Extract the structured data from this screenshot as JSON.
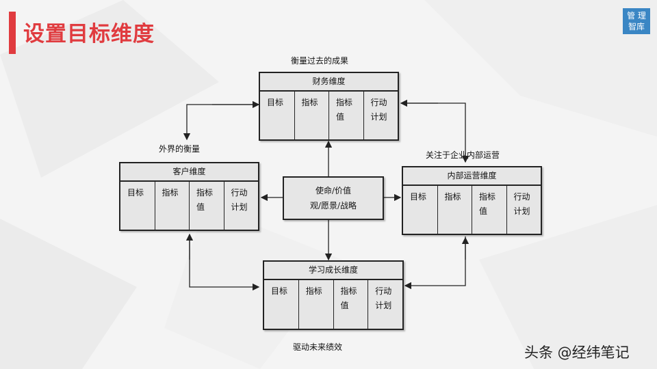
{
  "header": {
    "title": "设置目标维度",
    "logo_line1": "管 理",
    "logo_line2": "智库"
  },
  "annotations": {
    "top": "衡量过去的成果",
    "left": "外界的衡量",
    "right": "关注于企业内部运营",
    "bottom": "驱动未来绩效"
  },
  "center": {
    "line1": "使命/价值",
    "line2": "观/愿景/战略"
  },
  "boxes": {
    "financial": {
      "title": "财务维度",
      "cells": [
        "目标",
        "指标",
        "指标\n值",
        "行动\n计划"
      ]
    },
    "customer": {
      "title": "客户维度",
      "cells": [
        "目标",
        "指标",
        "指标\n值",
        "行动\n计划"
      ]
    },
    "internal": {
      "title": "内部运营维度",
      "cells": [
        "目标",
        "指标",
        "指标\n值",
        "行动\n计划"
      ]
    },
    "learning": {
      "title": "学习成长维度",
      "cells": [
        "目标",
        "指标",
        "指标\n值",
        "行动\n计划"
      ]
    }
  },
  "footer": {
    "watermark": "头条 @经纬笔记"
  },
  "colors": {
    "accent": "#e03b3f",
    "logo": "#3a86c4"
  }
}
